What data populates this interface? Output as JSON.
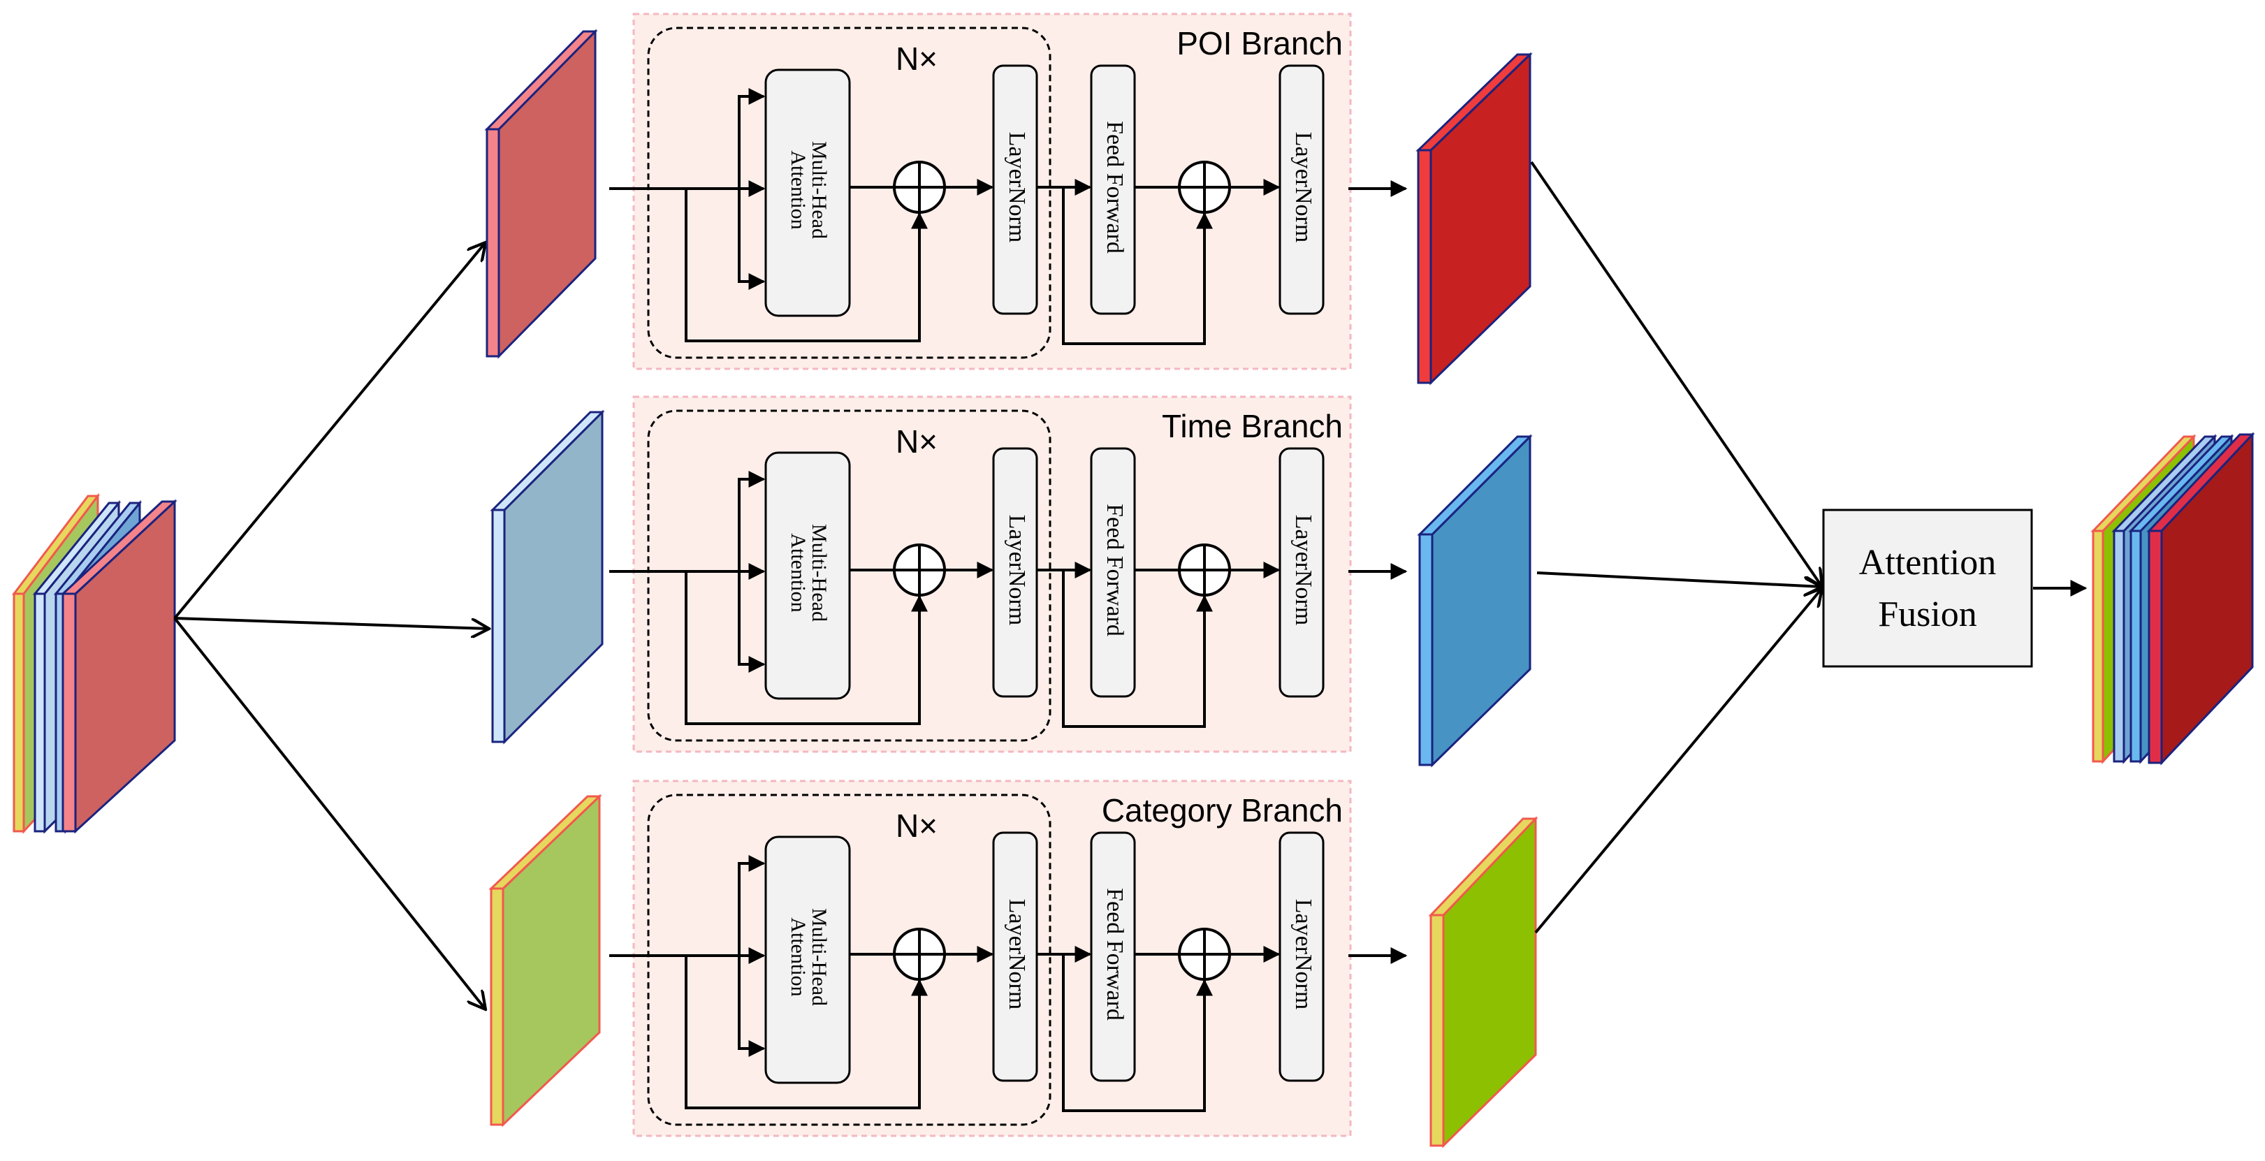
{
  "branches": [
    {
      "title": "POI Branch",
      "repeat": "N×"
    },
    {
      "title": "Time Branch",
      "repeat": "N×"
    },
    {
      "title": "Category Branch",
      "repeat": "N×"
    }
  ],
  "blocks": {
    "attention": [
      "Multi-Head",
      "Attention"
    ],
    "layernorm": "LayerNorm",
    "feedforward": "Feed Forward"
  },
  "fusion": [
    "Attention",
    "Fusion"
  ],
  "colors": {
    "branch_bg": "#fdeee9",
    "poi_mid": "#cd6261",
    "poi_out": "#c82121",
    "time_mid": "#92b5c9",
    "time_out": "#4693c4",
    "cat_mid": "#a6c75e",
    "cat_out": "#8dc000",
    "input_front": "#cd6261"
  }
}
